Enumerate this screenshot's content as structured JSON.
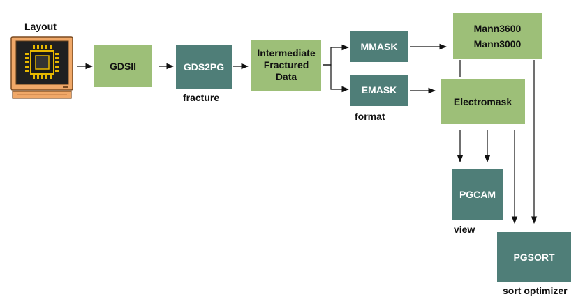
{
  "diagram": {
    "layout_label": "Layout",
    "nodes": {
      "gdsii": "GDSII",
      "gds2pg": "GDS2PG",
      "intermediate_line1": "Intermediate",
      "intermediate_line2": "Fractured",
      "intermediate_line3": "Data",
      "mmask": "MMASK",
      "emask": "EMASK",
      "mann_line1": "Mann3600",
      "mann_line2": "Mann3000",
      "electromask": "Electromask",
      "pgcam": "PGCAM",
      "pgsort": "PGSORT"
    },
    "captions": {
      "fracture": "fracture",
      "format": "format",
      "view": "view",
      "sort_optimizer": "sort optimizer"
    },
    "colors": {
      "green_box": "#9dbf78",
      "teal_box": "#4f7e78",
      "monitor_body": "#f0a868",
      "chip": "#e8b800",
      "arrow": "#111111"
    },
    "icons": [
      "computer-monitor-icon",
      "chip-icon"
    ]
  }
}
